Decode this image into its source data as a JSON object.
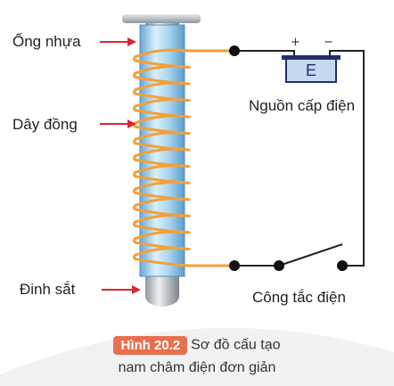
{
  "labels": {
    "plastic_tube": "Ống nhựa",
    "copper_wire": "Dây đồng",
    "iron_nail": "Đinh sắt",
    "power_source": "Nguồn cấp điện",
    "switch": "Công tắc điện",
    "source_symbol": "E",
    "plus_sign": "+",
    "minus_sign": "−"
  },
  "caption": {
    "figure_number": "Hình 20.2",
    "line1": "Sơ đồ cấu tạo",
    "line2": "nam châm điện đơn giản"
  },
  "colors": {
    "coil": "#f2a03a",
    "wire": "#222222",
    "arrow": "#d7282f",
    "tube": "#a8d5ef",
    "nail": "#c9cdd1",
    "source_fill": "#c5d8f0",
    "source_border": "#1e2f6e",
    "badge": "#e8704f"
  },
  "coil": {
    "turns": 13
  }
}
